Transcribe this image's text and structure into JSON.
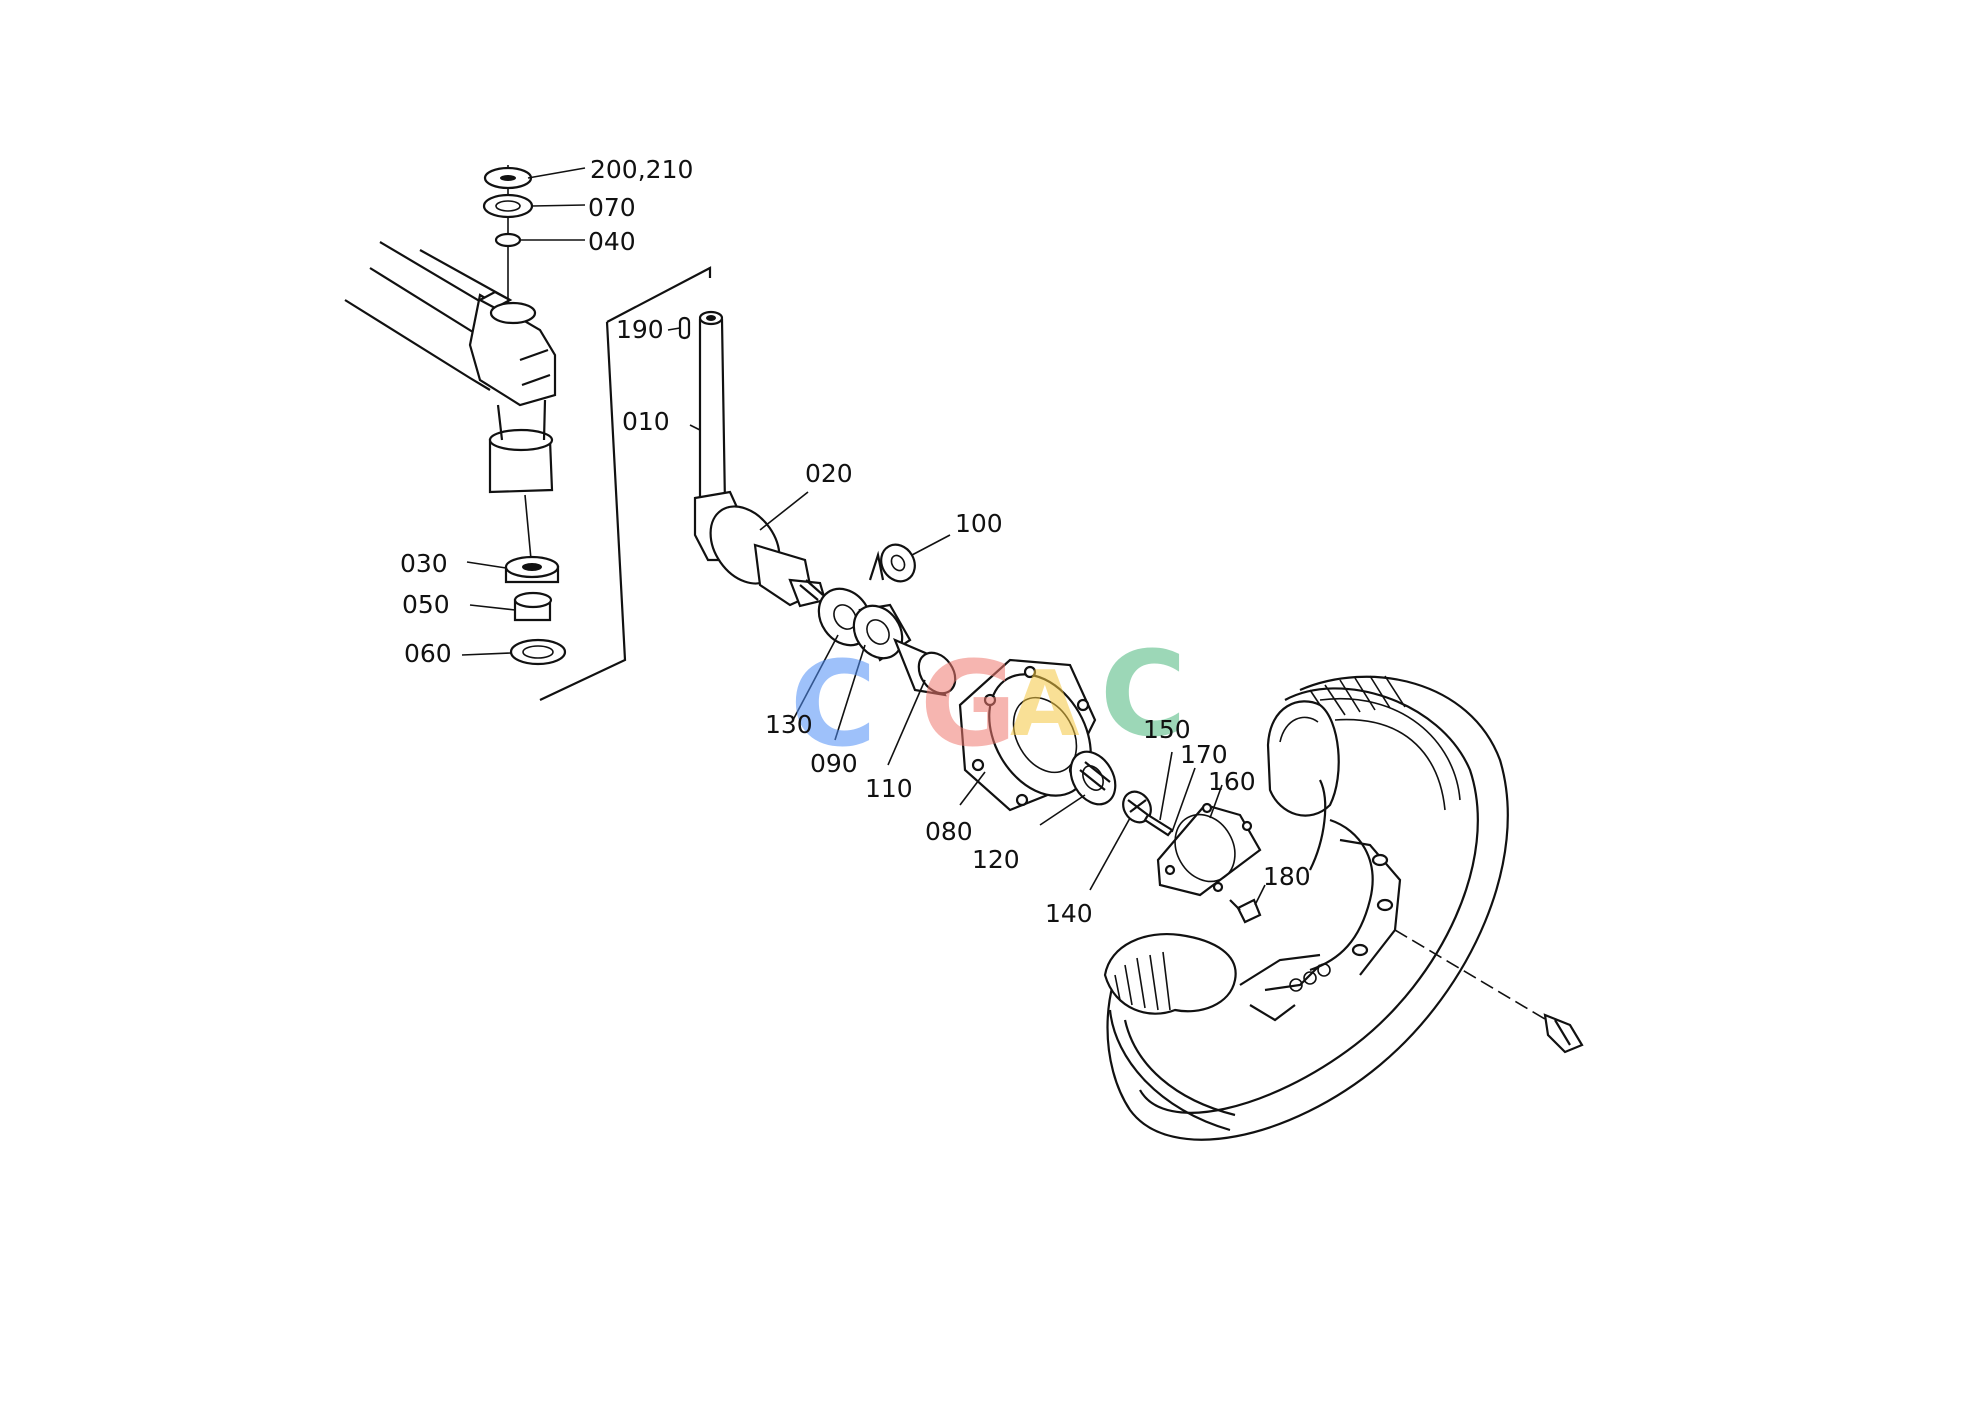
{
  "labels": {
    "l200210": "200,210",
    "l070": "070",
    "l040": "040",
    "l190": "190",
    "l010": "010",
    "l020": "020",
    "l100": "100",
    "l030": "030",
    "l050": "050",
    "l060": "060",
    "l130": "130",
    "l090": "090",
    "l110": "110",
    "l080": "080",
    "l120": "120",
    "l150": "150",
    "l170": "170",
    "l160": "160",
    "l180": "180",
    "l140": "140"
  },
  "watermark": {
    "letters": [
      "C",
      "G",
      "A",
      "C"
    ],
    "colors": [
      "#4f8ff7",
      "#f07a70",
      "#f5c842",
      "#4cb87e"
    ]
  }
}
